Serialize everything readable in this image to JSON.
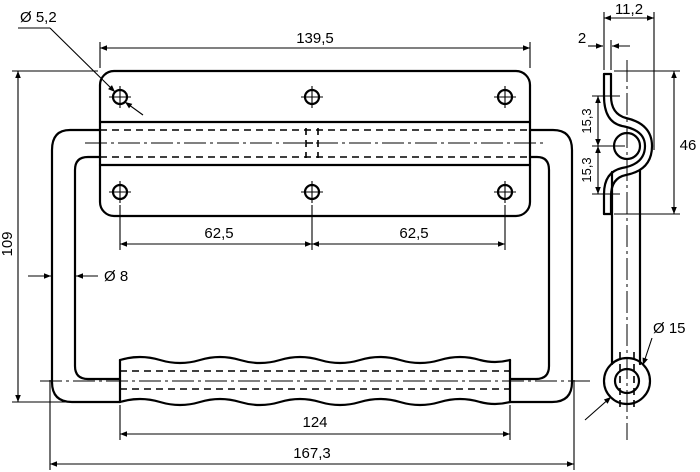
{
  "drawing": {
    "dimensions": {
      "hole_diameter": "Ø 5,2",
      "plate_width": "139,5",
      "hole_pitch_left": "62,5",
      "hole_pitch_right": "62,5",
      "height": "109",
      "rod_diameter": "Ø 8",
      "grip_length": "124",
      "overall_width": "167,3",
      "side_depth": "11,2",
      "plate_thickness": "2",
      "pitch_upper": "15,3",
      "pitch_lower": "15,3",
      "side_height": "46",
      "eye_diameter": "Ø 15"
    }
  }
}
